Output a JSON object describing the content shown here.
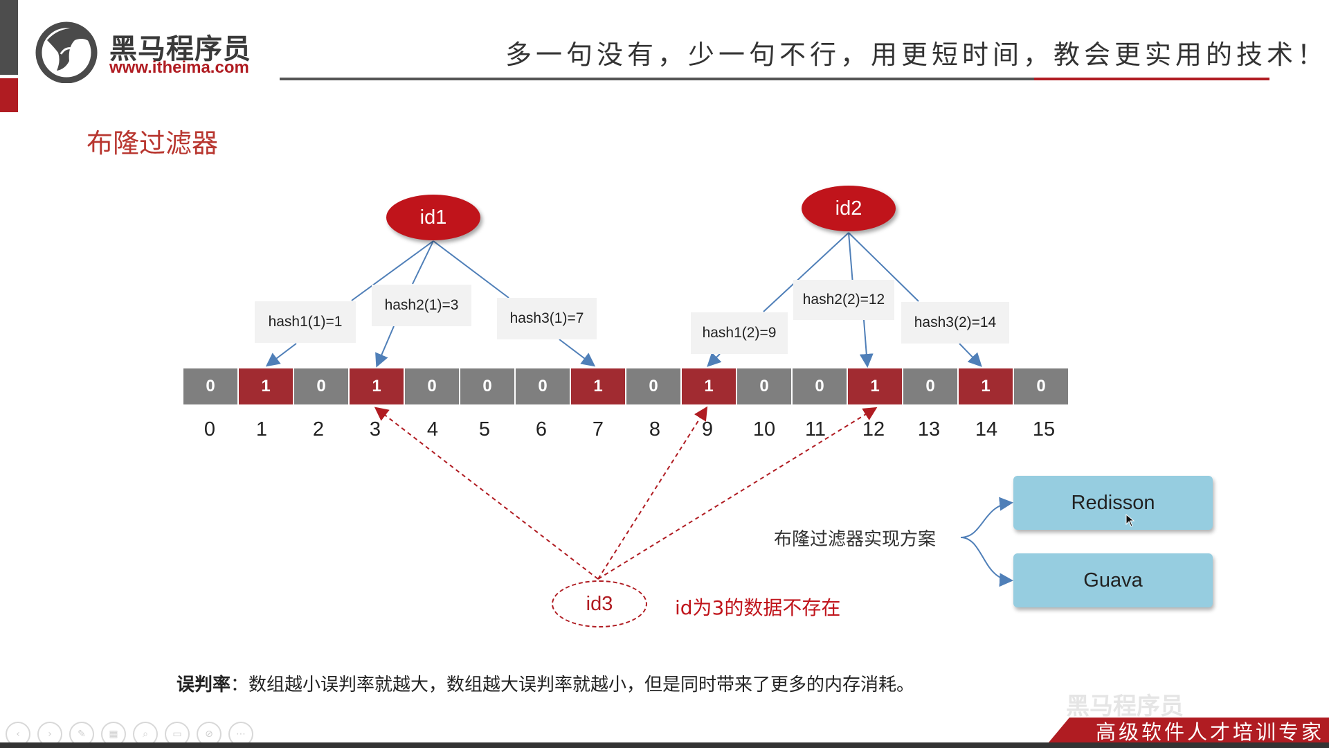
{
  "header": {
    "brand_name": "黑马程序员",
    "brand_url": "www.itheima.com",
    "slogan": "多一句没有，少一句不行，用更短时间，教会更实用的技术！"
  },
  "page_title": "布隆过滤器",
  "bit_array": {
    "bits": [
      "0",
      "1",
      "0",
      "1",
      "0",
      "0",
      "0",
      "1",
      "0",
      "1",
      "0",
      "0",
      "1",
      "0",
      "1",
      "0"
    ],
    "indexes": [
      "0",
      "1",
      "2",
      "3",
      "4",
      "5",
      "6",
      "7",
      "8",
      "9",
      "10",
      "11",
      "12",
      "13",
      "14",
      "15"
    ]
  },
  "id1": {
    "label": "id1",
    "hashes": [
      "hash1(1)=1",
      "hash2(1)=3",
      "hash3(1)=7"
    ]
  },
  "id2": {
    "label": "id2",
    "hashes": [
      "hash1(2)=9",
      "hash2(2)=12",
      "hash3(2)=14"
    ]
  },
  "id3": {
    "label": "id3",
    "note": "id为3的数据不存在"
  },
  "implementations": {
    "label": "布隆过滤器实现方案",
    "options": [
      "Redisson",
      "Guava"
    ]
  },
  "false_positive": {
    "term": "误判率",
    "text": "：数组越小误判率就越大，数组越大误判率就越小，但是同时带来了更多的内存消耗。"
  },
  "footer": {
    "watermark": "黑马程序员",
    "tagline": "高级软件人才培训专家"
  },
  "colors": {
    "accent_red": "#b01c22",
    "bit_zero": "#7f7f7f",
    "bit_one": "#a12b31",
    "impl_box": "#96cde0"
  }
}
